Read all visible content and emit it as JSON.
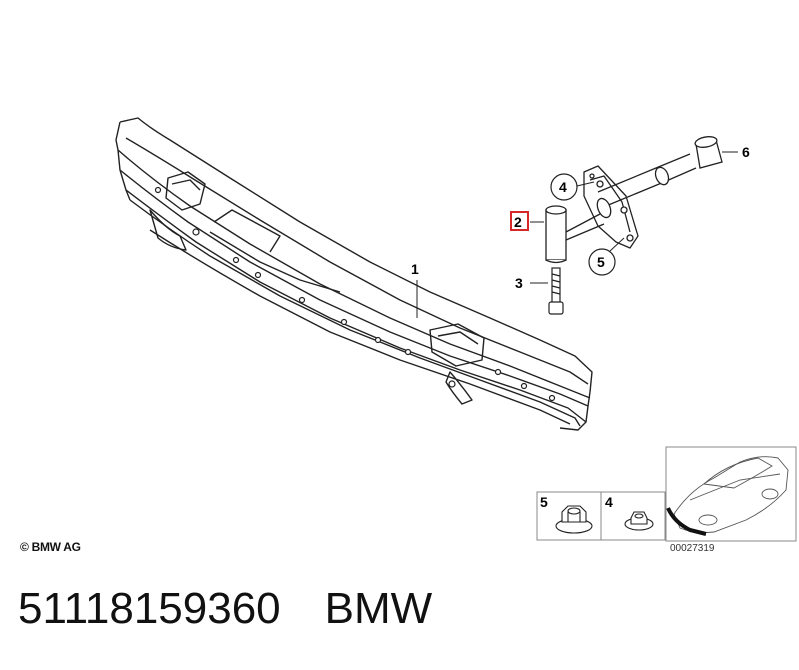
{
  "diagram": {
    "callouts": {
      "p1": "1",
      "p2": "2",
      "p3": "3",
      "p4": "4",
      "p5": "5",
      "p6": "6"
    },
    "inset_callouts": {
      "nut": "5",
      "washer": "4"
    },
    "reference_number": "00027319",
    "copyright": "© BMW AG",
    "highlight_color": "#d62828"
  },
  "footer": {
    "part_number": "51118159360",
    "brand": "BMW"
  }
}
